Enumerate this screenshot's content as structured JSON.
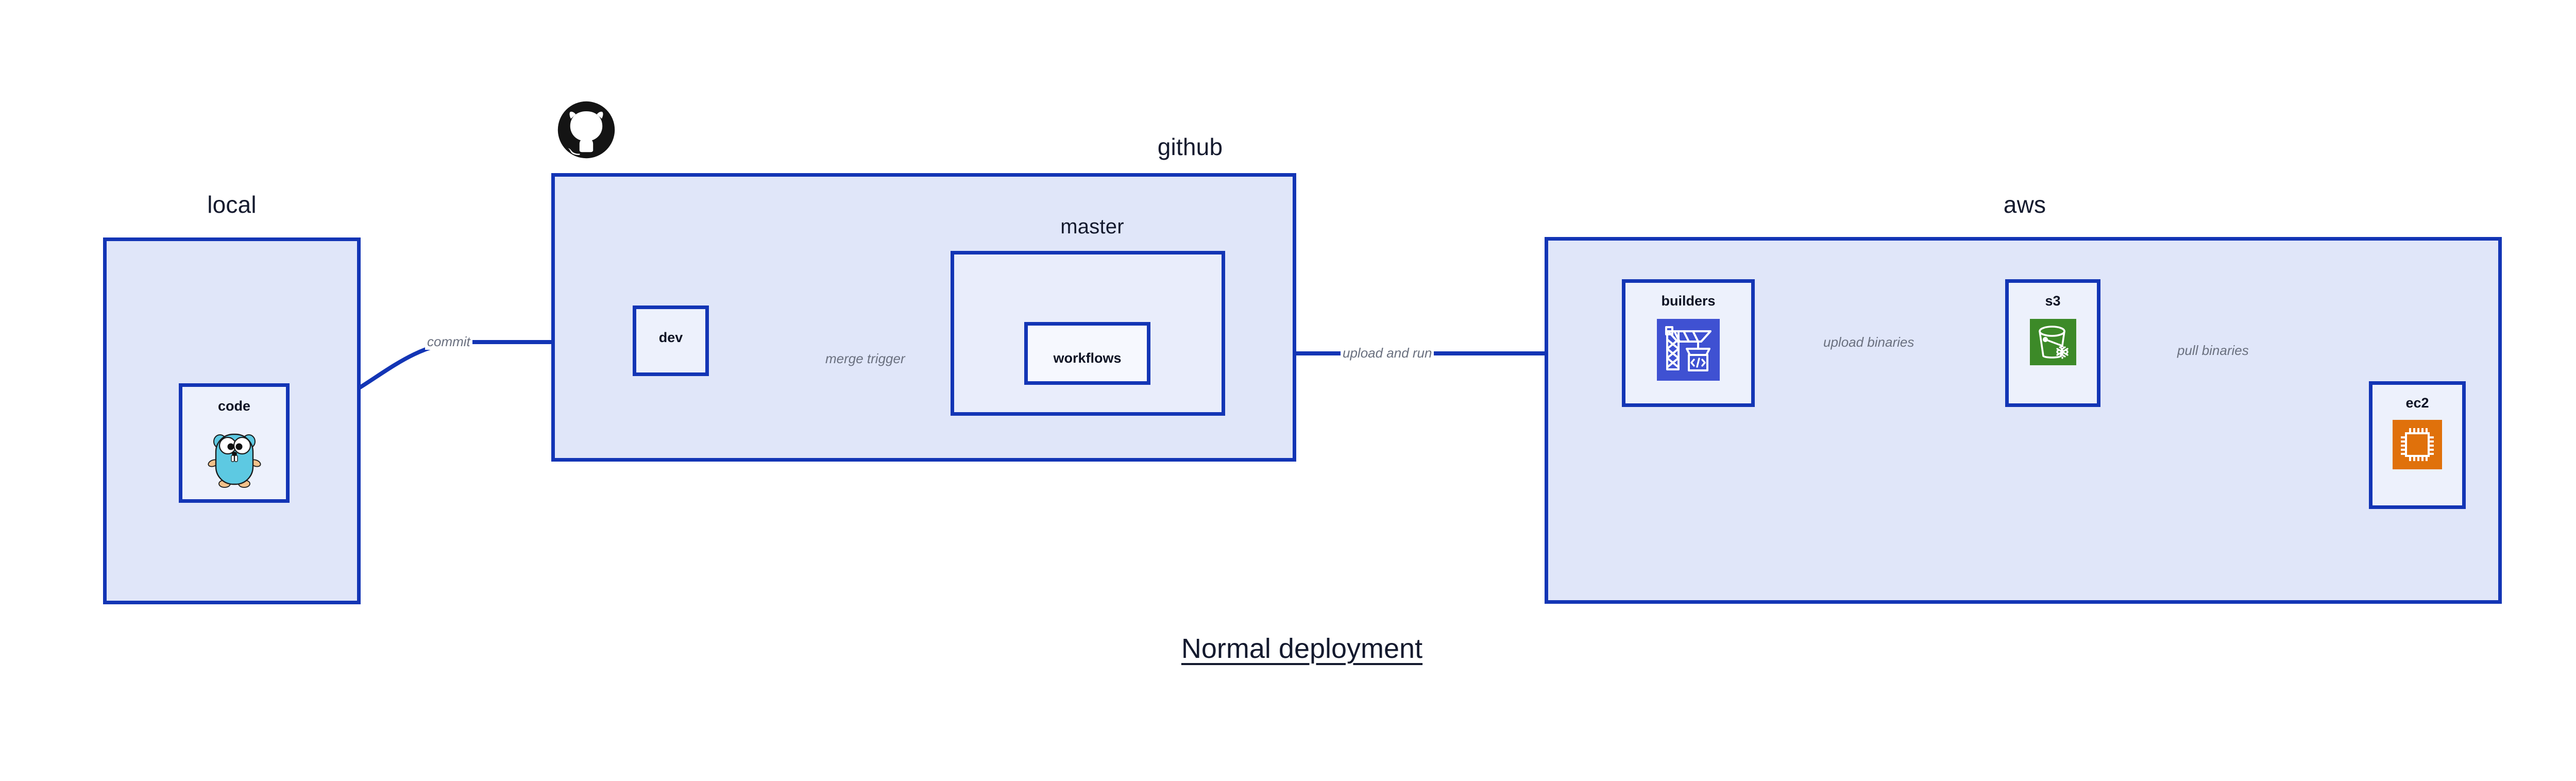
{
  "diagram": {
    "title": "Normal deployment",
    "colors": {
      "group_fill": "#E0E6F9",
      "group_border": "#1335B5",
      "sub_fill": "#E9EDFB",
      "node_fill": "#EDF1FC",
      "edge_stroke": "#1335B5",
      "edge_label_text": "#6A707F",
      "title_text": "#141A2E",
      "builders_icon_bg": "#3F51D2",
      "s3_icon_bg": "#3C8A28",
      "ec2_icon_bg": "#E0710B",
      "gopher_body": "#5DC9E2",
      "octocat_black": "#141414"
    }
  },
  "groups": [
    {
      "id": "local",
      "label": "local"
    },
    {
      "id": "github",
      "label": "github"
    },
    {
      "id": "aws",
      "label": "aws"
    }
  ],
  "subgroups": [
    {
      "id": "master",
      "label": "master"
    }
  ],
  "nodes": [
    {
      "id": "code",
      "label": "code",
      "icon": "go-gopher-icon",
      "group": "local"
    },
    {
      "id": "dev",
      "label": "dev",
      "icon": null,
      "group": "github"
    },
    {
      "id": "workflows",
      "label": "workflows",
      "icon": null,
      "group": "master"
    },
    {
      "id": "builders",
      "label": "builders",
      "icon": "crane-code-icon",
      "group": "aws"
    },
    {
      "id": "s3",
      "label": "s3",
      "icon": "bucket-snowflake-icon",
      "group": "aws"
    },
    {
      "id": "ec2",
      "label": "ec2",
      "icon": "cpu-chip-icon",
      "group": "aws"
    }
  ],
  "edges": [
    {
      "id": "e1",
      "from": "code",
      "to": "dev",
      "label": "commit"
    },
    {
      "id": "e2",
      "from": "dev",
      "to": "workflows",
      "label": "merge trigger"
    },
    {
      "id": "e3",
      "from": "workflows",
      "to": "builders",
      "label": "upload and run"
    },
    {
      "id": "e4",
      "from": "builders",
      "to": "s3",
      "label": "upload binaries"
    },
    {
      "id": "e5",
      "from": "s3",
      "to": "ec2",
      "label": "pull binaries"
    }
  ],
  "logos": [
    {
      "id": "github-logo",
      "name": "github-octocat-icon"
    }
  ]
}
